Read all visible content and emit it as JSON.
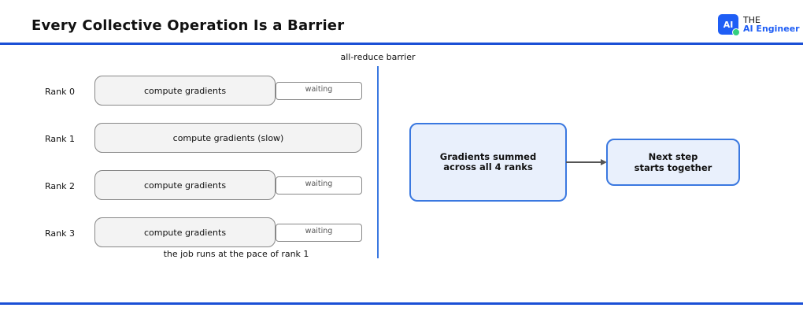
{
  "header": {
    "title": "Every Collective Operation Is a Barrier",
    "logo": {
      "badge": "AI",
      "line1": "THE",
      "line2": "AI Engineer"
    }
  },
  "diagram": {
    "barrier_label": "all-reduce barrier",
    "ranks": [
      {
        "label": "Rank 0",
        "compute": "compute gradients",
        "waiting": "waiting"
      },
      {
        "label": "Rank 1",
        "compute": "compute gradients (slow)",
        "waiting": ""
      },
      {
        "label": "Rank 2",
        "compute": "compute gradients",
        "waiting": "waiting"
      },
      {
        "label": "Rank 3",
        "compute": "compute gradients",
        "waiting": "waiting"
      }
    ],
    "footnote": "the job runs at the pace of rank 1",
    "sum_box": "Gradients summed\nacross all 4 ranks",
    "next_box": "Next step\nstarts together"
  },
  "colors": {
    "accent": "#1a4fd6",
    "box_fill": "#e9f0fc",
    "box_border": "#3a78e0",
    "compute_fill": "#f3f3f3"
  }
}
